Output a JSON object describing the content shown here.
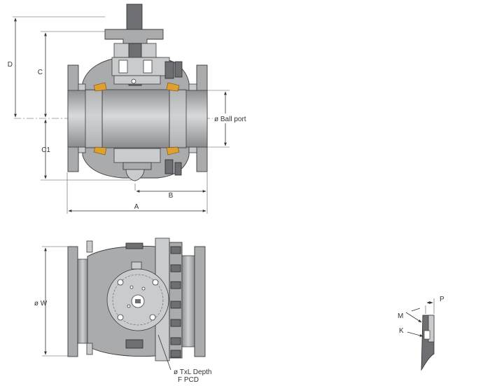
{
  "labels": {
    "D": "D",
    "C": "C",
    "C1": "C1",
    "ball_port": "ø Ball port",
    "B": "B",
    "A": "A",
    "W": "ø W",
    "tapping": "ø TxL Depth",
    "pcd": "F PCD",
    "P": "P",
    "M": "M",
    "K": "K"
  },
  "colors": {
    "body": "#a9abad",
    "seat": "#e0a030",
    "dimension_line": "#333333"
  }
}
